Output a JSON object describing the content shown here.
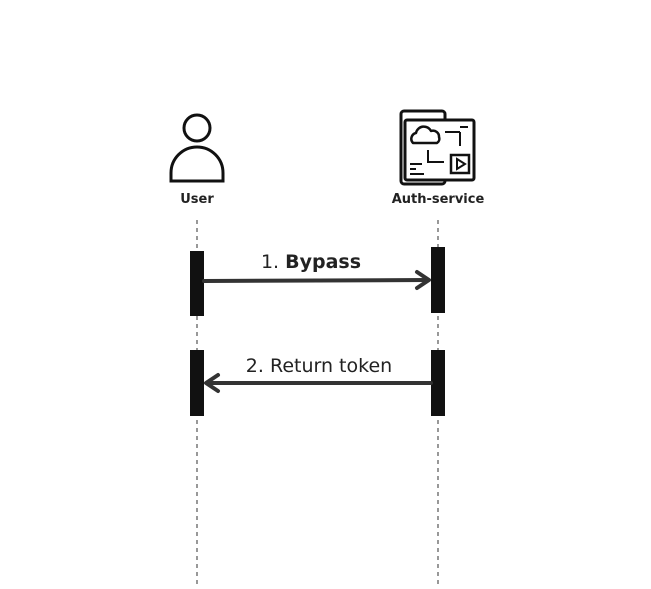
{
  "actors": {
    "user": {
      "label": "User",
      "icon": "person-icon"
    },
    "service": {
      "label": "Auth-service",
      "icon": "cloud-dashboard-icon"
    }
  },
  "messages": [
    {
      "number": "1.",
      "text": "Bypass",
      "bold": true,
      "direction": "right"
    },
    {
      "number": "2.",
      "text": "Return token",
      "bold": false,
      "direction": "left"
    }
  ]
}
